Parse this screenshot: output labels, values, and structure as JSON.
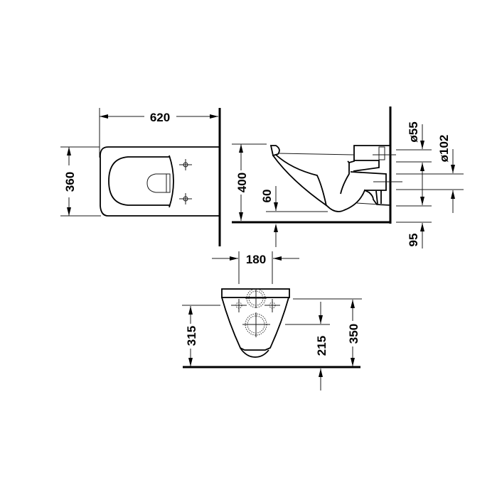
{
  "drawing": {
    "subject": "Wall-hung toilet dimension drawing",
    "colors": {
      "line": "#000000",
      "background": "#ffffff"
    },
    "top_view": {
      "length_label": "620",
      "width_label": "360"
    },
    "side_view": {
      "height_label": "400",
      "outlet_height_label": "60",
      "inlet_diameter_label": "ø55",
      "outlet_diameter_label": "ø102",
      "inlet_offset_label": "95"
    },
    "front_view": {
      "bolt_spacing_label": "180",
      "bolt_height_label": "315",
      "outlet_center_label": "215",
      "top_height_label": "350"
    }
  }
}
